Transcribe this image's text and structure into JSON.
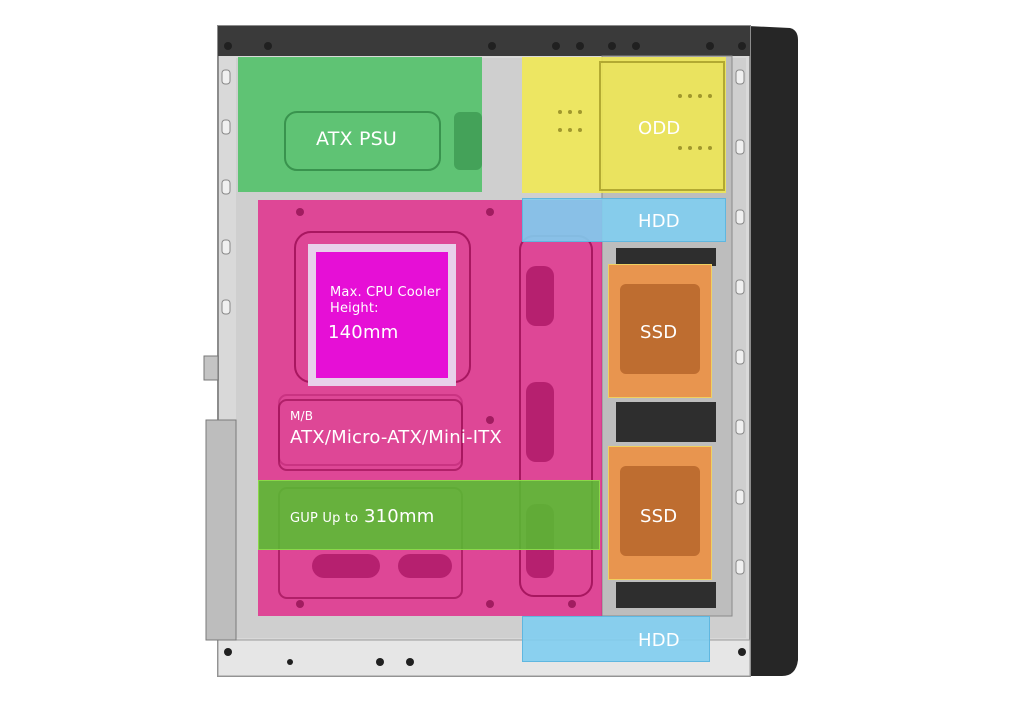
{
  "zones": {
    "psu": {
      "label": "ATX PSU",
      "color": "#3fbf5a"
    },
    "odd": {
      "label": "ODD",
      "color": "#f2ea4f"
    },
    "hdd_top": {
      "label": "HDD",
      "color": "#7fcdf0"
    },
    "motherboard": {
      "label_small": "M/B",
      "label": "ATX/Micro-ATX/Mini-ITX",
      "color": "#e3127f"
    },
    "cpu_cooler": {
      "line1": "Max. CPU Cooler",
      "line2": "Height:",
      "value": "140mm",
      "color": "#e60fd6"
    },
    "gpu": {
      "label_prefix": "GUP Up to",
      "value": "310mm",
      "color": "#52c42e"
    },
    "ssd_top": {
      "label": "SSD",
      "color": "#e8954f"
    },
    "ssd_bottom": {
      "label": "SSD",
      "color": "#e8954f"
    },
    "hdd_bottom": {
      "label": "HDD",
      "color": "#7fcdf0"
    }
  }
}
